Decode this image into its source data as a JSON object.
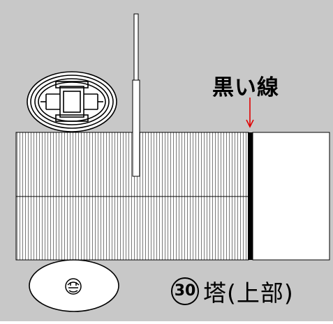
{
  "diagram": {
    "black_line_label": "黒い線",
    "tower_number": "30",
    "tower_title": "塔(上部)",
    "colors": {
      "background_gray": "#c8c8c8",
      "panel_fill": "#ffffff",
      "stripe": "#777777",
      "black_line": "#000000",
      "arrow": "#e00000",
      "outline": "#000000"
    },
    "icons": {
      "ornate_window": "ornate-oval-window-icon",
      "shell_symbol": "shell-symbol-icon",
      "arrow": "arrow-down-icon",
      "pole": "vertical-pole"
    }
  }
}
